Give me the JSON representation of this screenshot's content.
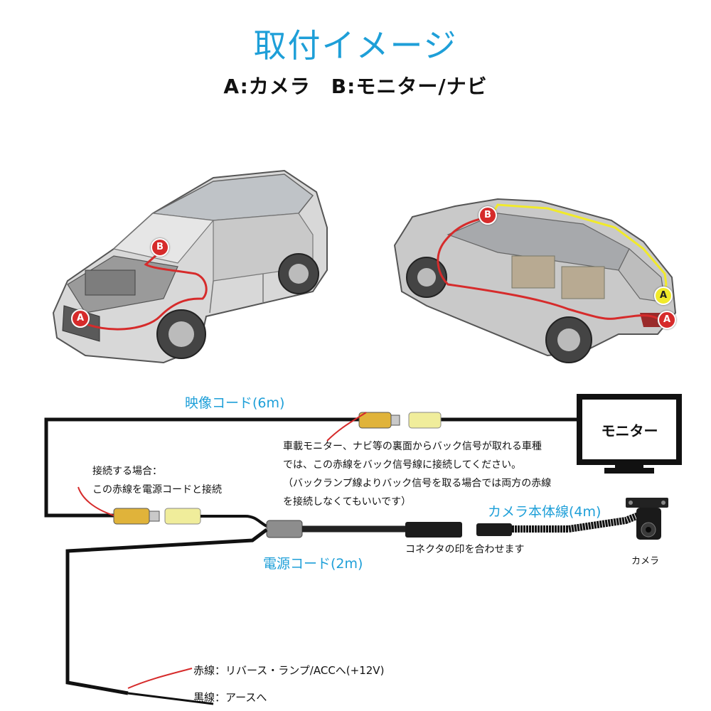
{
  "header": {
    "title": "取付イメージ",
    "subtitle": "A:カメラ　B:モニター/ナビ"
  },
  "markers": {
    "a": "A",
    "b": "B"
  },
  "wiring": {
    "video_cord": "映像コード(6m)",
    "monitor": "モニター",
    "note_monitor": [
      "車載モニター、ナビ等の裏面からバック信号が取れる車種",
      "では、この赤線をバック信号線に接続してください。",
      "（バックランプ線よりバック信号を取る場合では両方の赤線",
      "を接続しなくてもいいです）"
    ],
    "note_connect": [
      "接続する場合：",
      "この赤線を電源コードと接続"
    ],
    "camera_cable": "カメラ本体線(4m)",
    "power_cord": "電源コード(2m)",
    "connector_note": "コネクタの印を合わせます",
    "camera": "カメラ",
    "red_wire": "赤線：リバース・ランプ/ACCへ(+12V)",
    "black_wire": "黒線：アースへ"
  },
  "colors": {
    "accent": "#1e9fd8",
    "wire_red": "#d62b2b",
    "wire_yellow": "#f1ea2a"
  }
}
